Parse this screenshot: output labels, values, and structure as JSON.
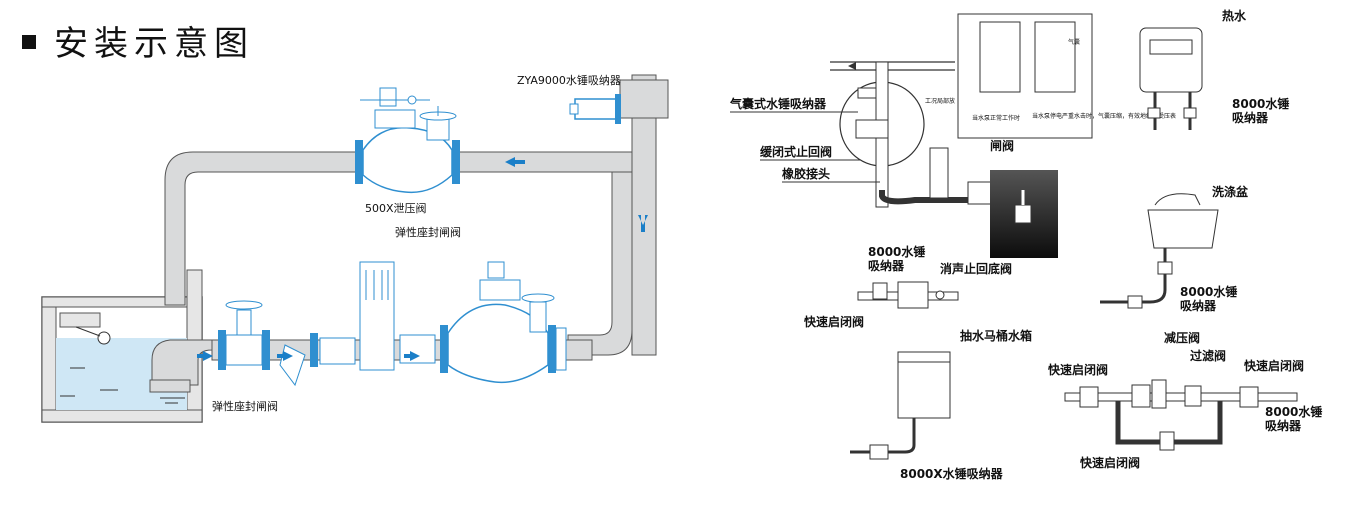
{
  "title": "安装示意图",
  "left": {
    "absorber": "ZYA9000水锤吸纳器",
    "relief_valve": "500X泄压阀",
    "gate_valve_top": "弹性座封闸阀",
    "gate_valve_bottom": "弹性座封闸阀"
  },
  "right": {
    "bladder_absorber": "气囊式水锤吸纳器",
    "slow_check_valve": "缓闭式止回阀",
    "rubber_joint": "橡胶接头",
    "gate_valve": "闸阀",
    "working_label": "工况局部放",
    "inset_note_1": "当水泵正常工作时",
    "inset_note_2": "当水泵停电严重水击时，气囊压缩，有效地缓冲受压表",
    "inset_arrow": "气囊",
    "absorber_8000_a": "8000水锤",
    "absorber_8000_a2": "吸纳器",
    "silent_foot_valve": "消声止回底阀",
    "quick_valve_1": "快速启闭阀",
    "hot_water": "热水",
    "absorber_8000_b": "8000水锤",
    "absorber_8000_b2": "吸纳器",
    "sink": "洗涤盆",
    "absorber_8000_c": "8000水锤",
    "absorber_8000_c2": "吸纳器",
    "toilet_tank": "抽水马桶水箱",
    "absorber_8000x": "8000X水锤吸纳器",
    "pressure_reducing": "减压阀",
    "filter_valve": "过滤阀",
    "quick_valve_2": "快速启闭阀",
    "quick_valve_3": "快速启闭阀",
    "quick_valve_4": "快速启闭阀",
    "absorber_8000_d": "8000水锤",
    "absorber_8000_d2": "吸纳器"
  },
  "colors": {
    "pipe": "#d9dadb",
    "pipe_stroke": "#555555",
    "valve_blue": "#2f8fd0",
    "water": "#cfe7f5",
    "tank_dark": "#222222",
    "arrow": "#1b7fc8"
  }
}
